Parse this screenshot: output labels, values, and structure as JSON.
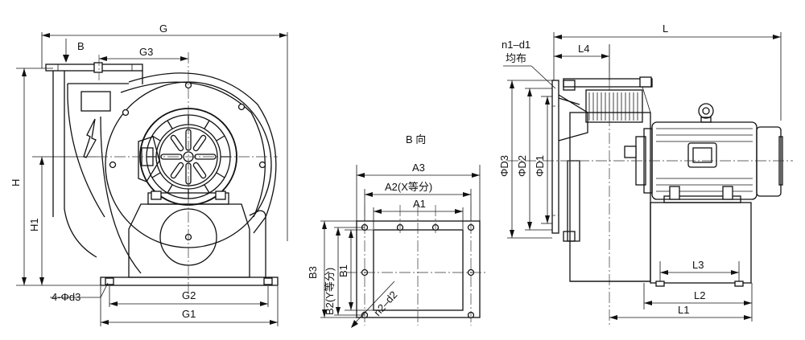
{
  "colors": {
    "line": "#111111",
    "background": "#ffffff"
  },
  "front_view": {
    "dim_G": "G",
    "dim_B": "B",
    "dim_G3": "G3",
    "dim_H": "H",
    "dim_H1": "H1",
    "dim_G2": "G2",
    "dim_G1": "G1",
    "hole_note": "4-Φd3"
  },
  "flange_view": {
    "title": "B 向",
    "dim_A3": "A3",
    "dim_A2": "A2(X等分)",
    "dim_A1": "A1",
    "dim_B3": "B3",
    "dim_B2": "B2(Y等分)",
    "dim_B1": "B1",
    "hole_note": "n2–d2"
  },
  "side_view": {
    "hole_note": "n1–d1",
    "hole_note_2": "均布",
    "dim_L4": "L4",
    "dim_L": "L",
    "dim_D3": "ΦD3",
    "dim_D2": "ΦD2",
    "dim_D1": "ΦD1",
    "dim_L3": "L3",
    "dim_L2": "L2",
    "dim_L1": "L1"
  }
}
